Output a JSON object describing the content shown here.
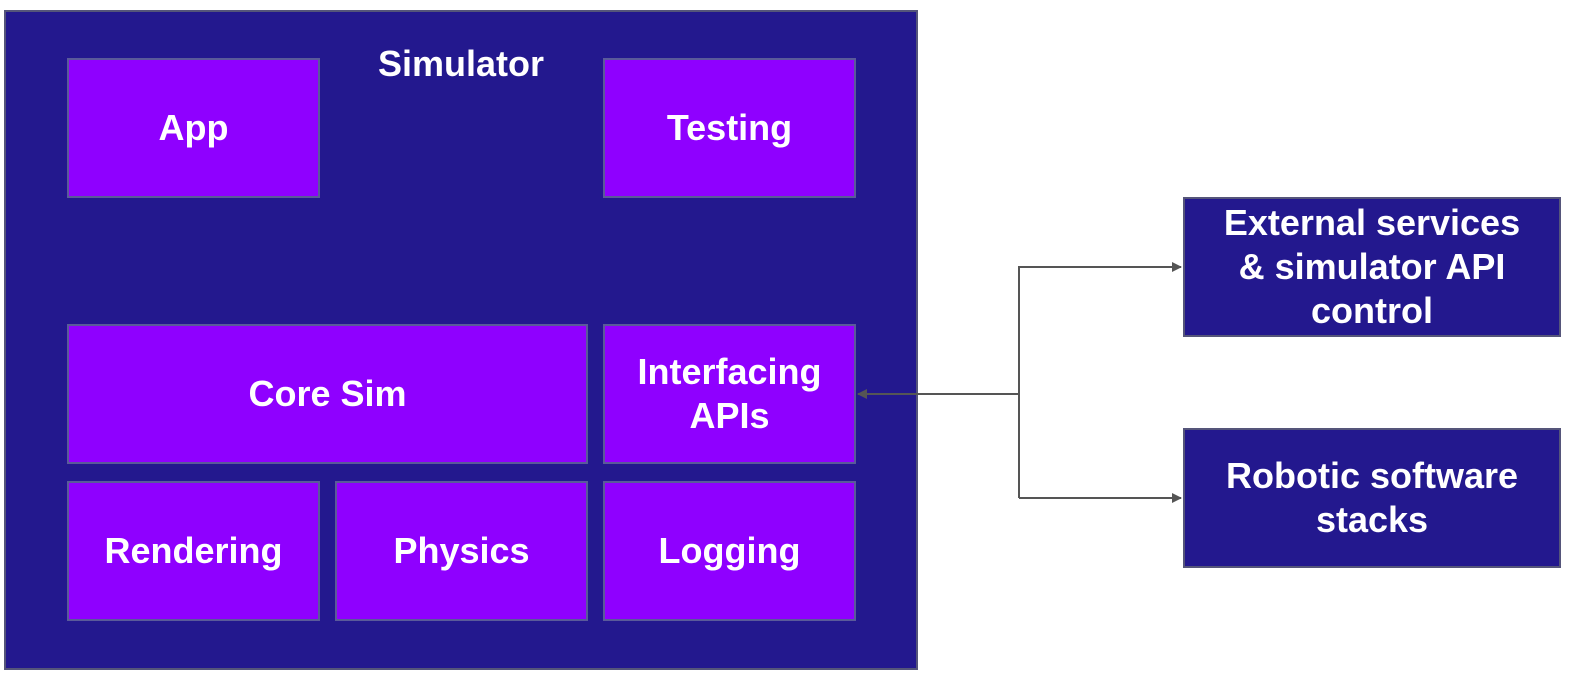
{
  "colors": {
    "container_fill": "#23188e",
    "module_fill": "#8f00ff",
    "border": "#55557a",
    "text": "#ffffff",
    "connector": "#555555"
  },
  "simulator": {
    "title": "Simulator",
    "modules": {
      "app": "App",
      "testing": "Testing",
      "core_sim": "Core Sim",
      "interfacing_apis": "Interfacing\nAPIs",
      "rendering": "Rendering",
      "physics": "Physics",
      "logging": "Logging"
    }
  },
  "external": {
    "services": "External services\n& simulator API\ncontrol",
    "robotics": "Robotic software\nstacks"
  }
}
